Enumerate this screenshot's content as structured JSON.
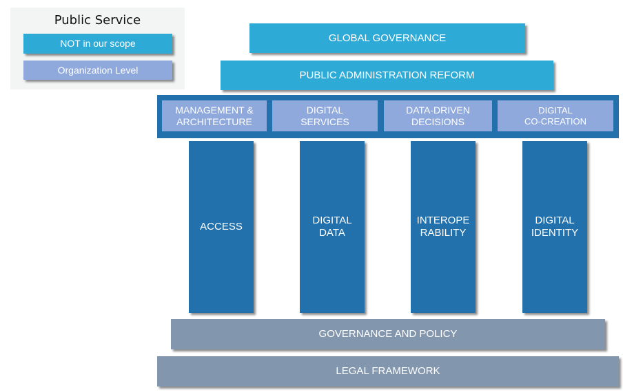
{
  "legend": {
    "title": "Public Service",
    "items": [
      {
        "label": "NOT in our scope",
        "color": "#2eaad7"
      },
      {
        "label": "Organization Level",
        "color": "#8fa9dc"
      }
    ]
  },
  "top_layers": {
    "global_governance": "GLOBAL GOVERNANCE",
    "public_admin_reform": "PUBLIC ADMINISTRATION REFORM"
  },
  "capabilities": [
    {
      "line1": "MANAGEMENT &",
      "line2": "ARCHITECTURE"
    },
    {
      "line1": "DIGITAL",
      "line2": "SERVICES"
    },
    {
      "line1": "DATA-DRIVEN",
      "line2": "DECISIONS"
    },
    {
      "line1": "DIGITAL",
      "line2": "CO-CREATION"
    }
  ],
  "pillars": [
    {
      "line1": "ACCESS",
      "line2": ""
    },
    {
      "line1": "DIGITAL",
      "line2": "DATA"
    },
    {
      "line1": "INTEROPE",
      "line2": "RABILITY"
    },
    {
      "line1": "DIGITAL",
      "line2": "IDENTITY"
    }
  ],
  "foundation": {
    "governance_policy": "GOVERNANCE AND POLICY",
    "legal_framework": "LEGAL FRAMEWORK"
  },
  "colors": {
    "not_in_scope": "#2eaad7",
    "organization_level": "#8fa9dc",
    "pillar": "#2271ad",
    "foundation": "#8296ae"
  }
}
